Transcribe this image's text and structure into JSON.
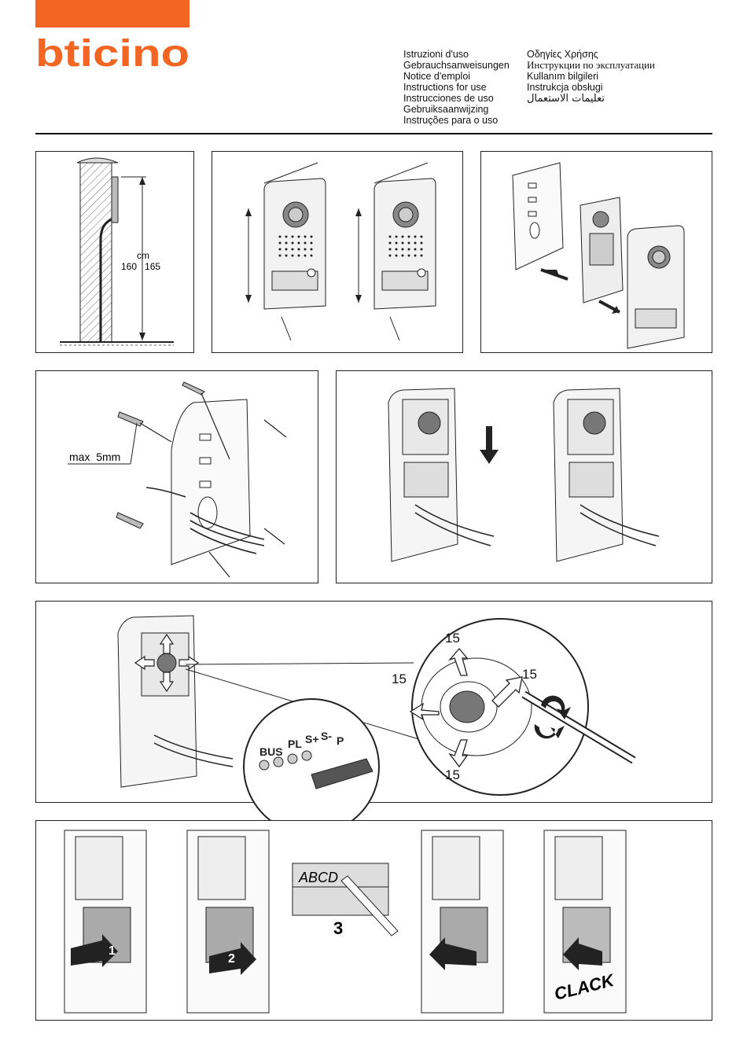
{
  "brand": {
    "logo_text": "bticino",
    "bar_color": "#f26522",
    "logo_color": "#f26522"
  },
  "languages": {
    "left": [
      "Istruzioni d'uso",
      "Gebrauchsanweisungen",
      "Notice d'emploi",
      "Instructions for use",
      "Instrucciones de uso",
      "Gebruiksaanwijzing",
      "Instruções para o uso"
    ],
    "right": [
      "Οδηγίες Χρήσης",
      "Инструкции по эксплуатации",
      "Kullanım bilgileri",
      "Instrukcja obsługi",
      "تعليمات الاستعمال"
    ]
  },
  "panel_height": {
    "unit": "cm",
    "values": "160   165"
  },
  "panel_fixing": {
    "label": "max  5mm"
  },
  "panel_adjust": {
    "angles": {
      "top": "15",
      "left": "15",
      "right": "15",
      "bottom": "15"
    },
    "terminals": {
      "bus": "BUS",
      "pl": "PL",
      "splus": "S+",
      "sminus": "S-",
      "p": "P"
    }
  },
  "panel_label": {
    "step1": "1",
    "step2": "2",
    "step3": "3",
    "card_text": "ABCD",
    "clack": "CLACK"
  }
}
